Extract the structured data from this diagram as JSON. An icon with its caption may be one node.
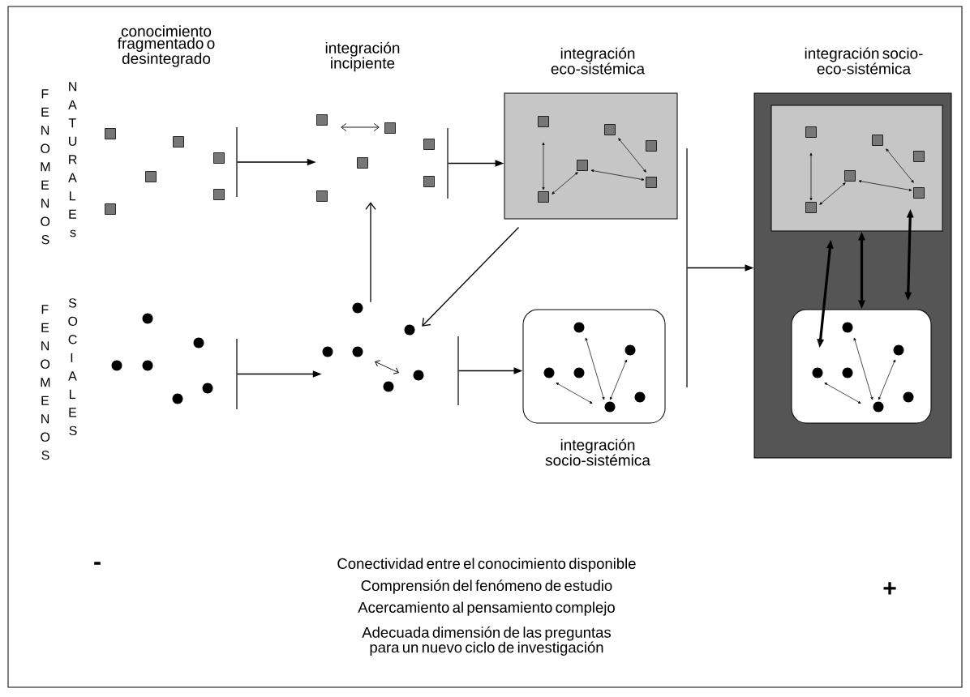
{
  "diagram": {
    "nodes": [
      {
        "text": [],
        "shape": "bar"
      },
      {
        "text": [],
        "shape": "bar"
      },
      {
        "text": [],
        "shape": "squares"
      },
      {
        "text": [],
        "shape": "dots"
      },
      {
        "text": [],
        "shape": "bar"
      },
      {
        "text": [],
        "shape": "bar"
      },
      {
        "text": [
          "integración eco-sistémica"
        ]
      },
      {
        "text": [
          "integración socio-sistémica"
        ]
      },
      {
        "text": [],
        "shape": "bar"
      },
      {
        "text": [
          "integración socio-eco-sistémica"
        ]
      },
      {
        "text": [],
        "shape": "box",
        "in": 9
      },
      {
        "text": [],
        "shape": "box",
        "in": 9
      }
    ],
    "edges": [
      {
        "from": 0,
        "to": 2,
        "arrow": "to"
      },
      {
        "from": 1,
        "to": 3,
        "arrow": "to"
      },
      {
        "from": 4,
        "to": 6,
        "arrow": "to"
      },
      {
        "from": 5,
        "to": 7,
        "arrow": "to"
      },
      {
        "from": 8,
        "to": 9,
        "arrow": "to"
      },
      {
        "from": 3,
        "to": 2,
        "arrow": "to"
      },
      {
        "from": 6,
        "to": 3,
        "arrow": "to"
      },
      {
        "from": 10,
        "to": 11,
        "arrow": "both",
        "style": "thick"
      },
      {
        "from": 10,
        "to": 11,
        "arrow": "both",
        "style": "thick"
      },
      {
        "from": 10,
        "to": 11,
        "arrow": "both",
        "style": "thick"
      }
    ],
    "labels": [
      "conocimiento fragmentado o desintegrado",
      "integración incipiente",
      "FENOMENOS",
      "NATURALEs",
      "FENOMENOS",
      "SOCIALES",
      "-",
      "Conectividad entre el conocimiento disponible",
      "Comprensión del fenómeno de estudio",
      "Acercamiento al pensamiento complejo",
      "Adecuada dimensión de las preguntas para un nuevo ciclo de investigación",
      "+"
    ]
  }
}
